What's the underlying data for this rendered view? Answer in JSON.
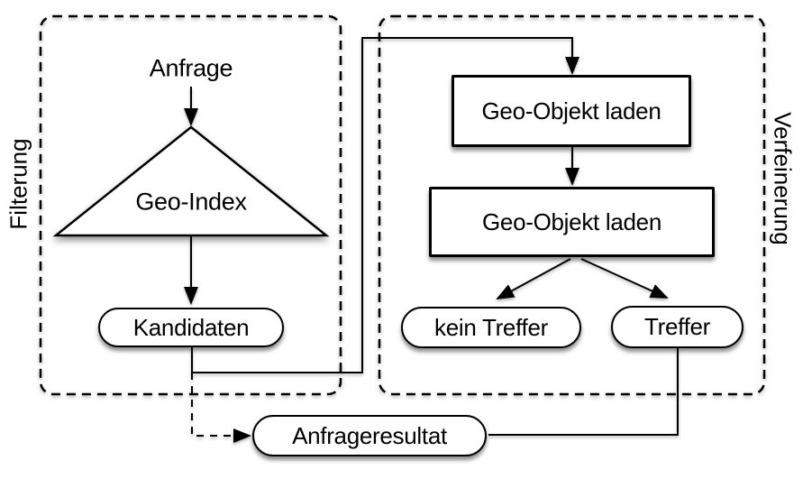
{
  "diagram": {
    "type": "flowchart",
    "language": "de",
    "regions": {
      "filtering": {
        "label": "Filterung"
      },
      "refinement": {
        "label": "Verfeinerung"
      }
    },
    "nodes": {
      "anfrage": {
        "label": "Anfrage",
        "shape": "plain-text"
      },
      "geo_index": {
        "label": "Geo-Index",
        "shape": "triangle"
      },
      "kandidaten": {
        "label": "Kandidaten",
        "shape": "oval"
      },
      "geo_objekt_laden_1": {
        "label": "Geo-Objekt laden",
        "shape": "rectangle"
      },
      "geo_objekt_laden_2": {
        "label": "Geo-Objekt laden",
        "shape": "rectangle"
      },
      "kein_treffer": {
        "label": "kein Treffer",
        "shape": "oval"
      },
      "treffer": {
        "label": "Treffer",
        "shape": "oval"
      },
      "anfrageresultat": {
        "label": "Anfrageresultat",
        "shape": "oval"
      }
    },
    "edges": [
      {
        "from": "anfrage",
        "to": "geo_index",
        "style": "solid-arrow"
      },
      {
        "from": "geo_index",
        "to": "kandidaten",
        "style": "solid-arrow"
      },
      {
        "from": "kandidaten",
        "to": "geo_objekt_laden_1",
        "style": "solid-arrow"
      },
      {
        "from": "geo_objekt_laden_1",
        "to": "geo_objekt_laden_2",
        "style": "solid-arrow"
      },
      {
        "from": "geo_objekt_laden_2",
        "to": "kein_treffer",
        "style": "solid-arrow"
      },
      {
        "from": "geo_objekt_laden_2",
        "to": "treffer",
        "style": "solid-arrow"
      },
      {
        "from": "treffer",
        "to": "anfrageresultat",
        "style": "solid-line"
      },
      {
        "from": "kandidaten",
        "to": "anfrageresultat",
        "style": "dashed-arrow"
      }
    ],
    "colors": {
      "stroke": "#000000",
      "node_fill": "#ffffff",
      "background": "#ffffff"
    }
  }
}
